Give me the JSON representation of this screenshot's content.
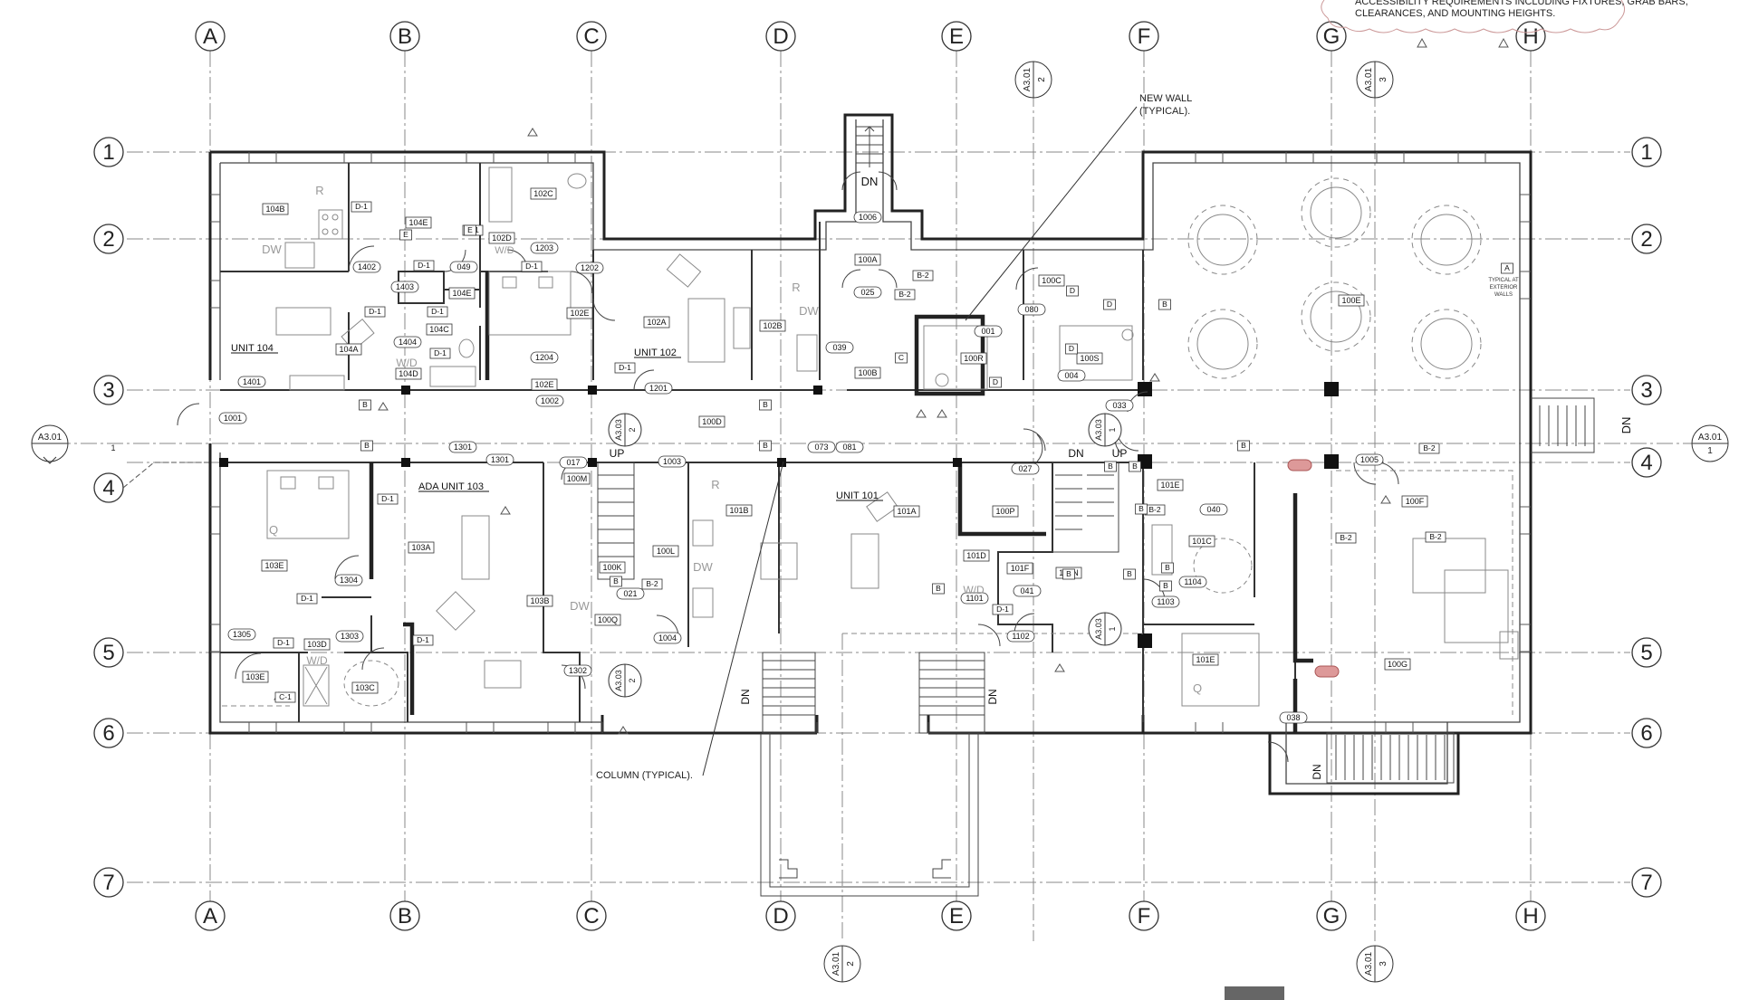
{
  "grid": {
    "columns": [
      "A",
      "B",
      "C",
      "D",
      "E",
      "F",
      "G",
      "H"
    ],
    "rows": [
      "1",
      "2",
      "3",
      "4",
      "5",
      "6",
      "7"
    ]
  },
  "cloud_note": {
    "lines": [
      "ACCESSIBILITY REQUIREMENTS INCLUDING FIXTURES, GRAB BARS,",
      "CLEARANCES, AND MOUNTING HEIGHTS."
    ]
  },
  "callouts": {
    "new_wall": [
      "NEW WALL",
      "(TYPICAL)."
    ],
    "column": "COLUMN (TYPICAL).",
    "typical_exterior": [
      "TYPICAL AT",
      "EXTERIOR",
      "WALLS"
    ]
  },
  "section_markers": [
    {
      "sheet": "A3.01",
      "num": "1"
    },
    {
      "sheet": "A3.01",
      "num": "1"
    },
    {
      "sheet": "A3.01",
      "num": "2"
    },
    {
      "sheet": "A3.01",
      "num": "3"
    },
    {
      "sheet": "A3.01",
      "num": "2"
    },
    {
      "sheet": "A3.01",
      "num": "3"
    },
    {
      "sheet": "A3.03",
      "num": "2"
    },
    {
      "sheet": "A3.03",
      "num": "2"
    },
    {
      "sheet": "A3.03",
      "num": "1"
    },
    {
      "sheet": "A3.03",
      "num": "1"
    }
  ],
  "unit_labels": [
    "UNIT 104",
    "UNIT 102",
    "ADA UNIT 103",
    "UNIT 101"
  ],
  "room_tags": [
    "104B",
    "104E",
    "102C",
    "102D",
    "104E",
    "104C",
    "104D",
    "104A",
    "102E",
    "102E",
    "102A",
    "102B",
    "100A",
    "100B",
    "100C",
    "100R",
    "100S",
    "100E",
    "100D",
    "100M",
    "100K",
    "100L",
    "100Q",
    "101B",
    "101A",
    "100P",
    "101D",
    "101F",
    "100N",
    "101E",
    "101C",
    "101E",
    "100F",
    "100G",
    "103A",
    "103B",
    "103E",
    "103E",
    "103D",
    "103C"
  ],
  "door_tags": [
    "1402",
    "049",
    "1203",
    "1202",
    "1403",
    "1404",
    "1204",
    "1401",
    "1001",
    "1002",
    "1201",
    "1006",
    "025",
    "039",
    "001",
    "080",
    "004",
    "033",
    "1301",
    "1301",
    "017",
    "1003",
    "073",
    "081",
    "027",
    "1005",
    "021",
    "1004",
    "1304",
    "1305",
    "1303",
    "1302",
    "1101",
    "041",
    "1102",
    "1103",
    "1104",
    "040",
    "038"
  ],
  "type_marks": [
    "D-1",
    "D-1",
    "D-1",
    "D-1",
    "D-1",
    "D-1",
    "D-1",
    "D-1",
    "D-1",
    "D-1",
    "D-1",
    "D-1",
    "D-1",
    "B-2",
    "B-2",
    "B-2",
    "B-2",
    "B-2",
    "B-2",
    "B-2",
    "C-1",
    "B",
    "B",
    "B",
    "B",
    "B",
    "B",
    "B",
    "B",
    "B",
    "B",
    "B",
    "B",
    "B",
    "B",
    "B",
    "C",
    "D",
    "D",
    "D",
    "D",
    "E",
    "E",
    "A"
  ],
  "plan_text": [
    "DN",
    "DN",
    "DN",
    "DN",
    "DN",
    "DN",
    "UP",
    "UP",
    "DW",
    "DW",
    "DW",
    "DW",
    "W/D",
    "W/D",
    "W/D",
    "W/D",
    "R",
    "R",
    "R",
    "Q",
    "Q"
  ]
}
